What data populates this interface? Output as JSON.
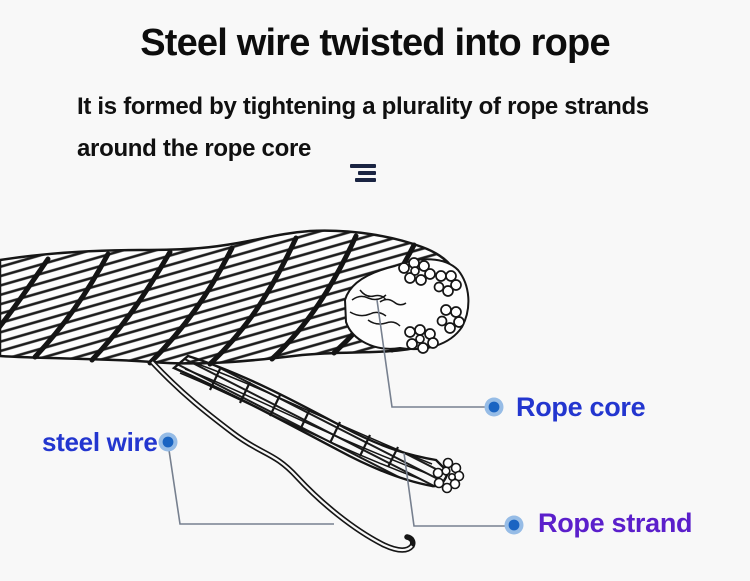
{
  "page": {
    "background": "#f8f8f8"
  },
  "header": {
    "title": "Steel wire twisted into rope",
    "subtitle_line1": "It is formed by tightening a plurality of rope strands",
    "subtitle_line2": "around the rope core"
  },
  "divider_icon": {
    "name": "three-lines-icon",
    "color": "#1a2442"
  },
  "annotations": {
    "steel_wire": {
      "label": "steel wire",
      "color": "#2336cf"
    },
    "rope_core": {
      "label": "Rope core",
      "color": "#2336cf"
    },
    "rope_strand": {
      "label": "Rope strand",
      "color": "#5b1fcb"
    }
  },
  "illustration": {
    "name": "steel-wire-rope-line-drawing",
    "ink_color": "#161616",
    "leader_color": "#77808f",
    "dot_inner_color": "#1a64c2",
    "dot_halo_color": "#96bce6"
  }
}
